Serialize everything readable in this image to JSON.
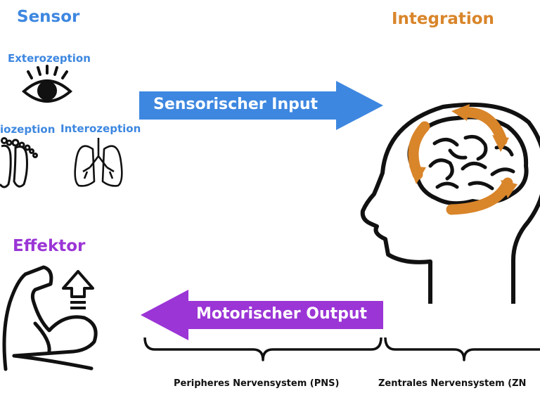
{
  "sensor": {
    "title": "Sensor",
    "color": "#3d87e0"
  },
  "integration": {
    "title": "Integration",
    "color": "#d9852a"
  },
  "effektor": {
    "title": "Effektor",
    "color": "#9b35d6"
  },
  "modalities": {
    "exterozeption": "Exterozeption",
    "propriozeption": "iozeption",
    "interozeption": "Interozeption"
  },
  "arrows": {
    "input": {
      "label": "Sensorischer Input",
      "color": "#3d87e0"
    },
    "output": {
      "label": "Motorischer Output",
      "color": "#9b35d6"
    }
  },
  "braces": {
    "pns": "Peripheres Nervensystem (PNS)",
    "zns": "Zentrales Nervensystem (ZN"
  },
  "icons": [
    "eye-icon",
    "feet-icon",
    "lungs-icon",
    "head-brain-icon",
    "flexed-arm-icon",
    "up-arrow-icon"
  ]
}
